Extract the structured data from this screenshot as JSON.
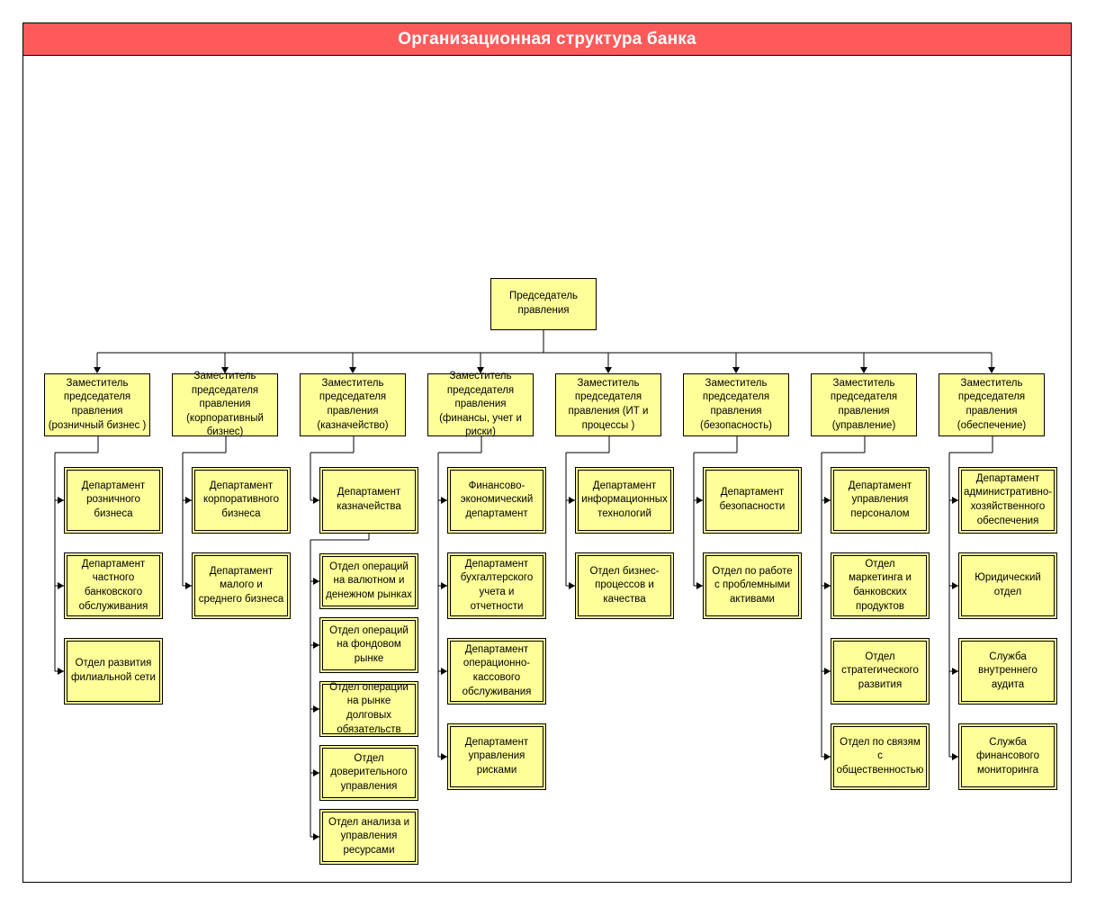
{
  "title": "Организационная структура банка",
  "colors": {
    "box_fill": "#ffff99",
    "title_bar": "#ff5a5a",
    "title_text": "#ffffff",
    "line": "#000000"
  },
  "root": "Председатель правления",
  "deputies": [
    {
      "label": "Заместитель председателя правления (розничный бизнес )",
      "children": [
        "Департамент розничного бизнеса",
        "Департамент частного банковского обслуживания",
        "Отдел развития филиальной сети"
      ]
    },
    {
      "label": "Заместитель председателя правления (корпоративный бизнес)",
      "children": [
        "Департамент корпоративного бизнеса",
        "Департамент малого и среднего бизнеса"
      ]
    },
    {
      "label": "Заместитель председателя правления (казначейство)",
      "children": [
        "Департамент казначейства"
      ],
      "sub": [
        "Отдел операций на валютном и денежном рынках",
        "Отдел операций на фондовом рынке",
        "Отдел операции на рынке долговых обязательств",
        "Отдел доверительного управления",
        "Отдел анализа и управления ресурсами"
      ]
    },
    {
      "label": "Заместитель председателя правления (финансы, учет и риски)",
      "children": [
        "Финансово-экономический департамент",
        "Департамент бухгалтерского учета и отчетности",
        "Департамент операционно-кассового обслуживания",
        "Департамент управления рисками"
      ]
    },
    {
      "label": "Заместитель председателя правления (ИТ и процессы )",
      "children": [
        "Департамент информационных технологий",
        "Отдел бизнес-процессов и качества"
      ]
    },
    {
      "label": "Заместитель председателя правления (безопасность)",
      "children": [
        "Департамент безопасности",
        "Отдел по работе с проблемными активами"
      ]
    },
    {
      "label": "Заместитель председателя правления (управление)",
      "children": [
        "Департамент управления персоналом",
        "Отдел маркетинга и банковских продуктов",
        "Отдел стратегического развития",
        "Отдел по связям с общественностью"
      ]
    },
    {
      "label": "Заместитель председателя правления (обеспечение)",
      "children": [
        "Департамент административно-хозяйственного обеспечения",
        "Юридический отдел",
        "Служба внутреннего аудита",
        "Служба финансового мониторинга"
      ]
    }
  ]
}
